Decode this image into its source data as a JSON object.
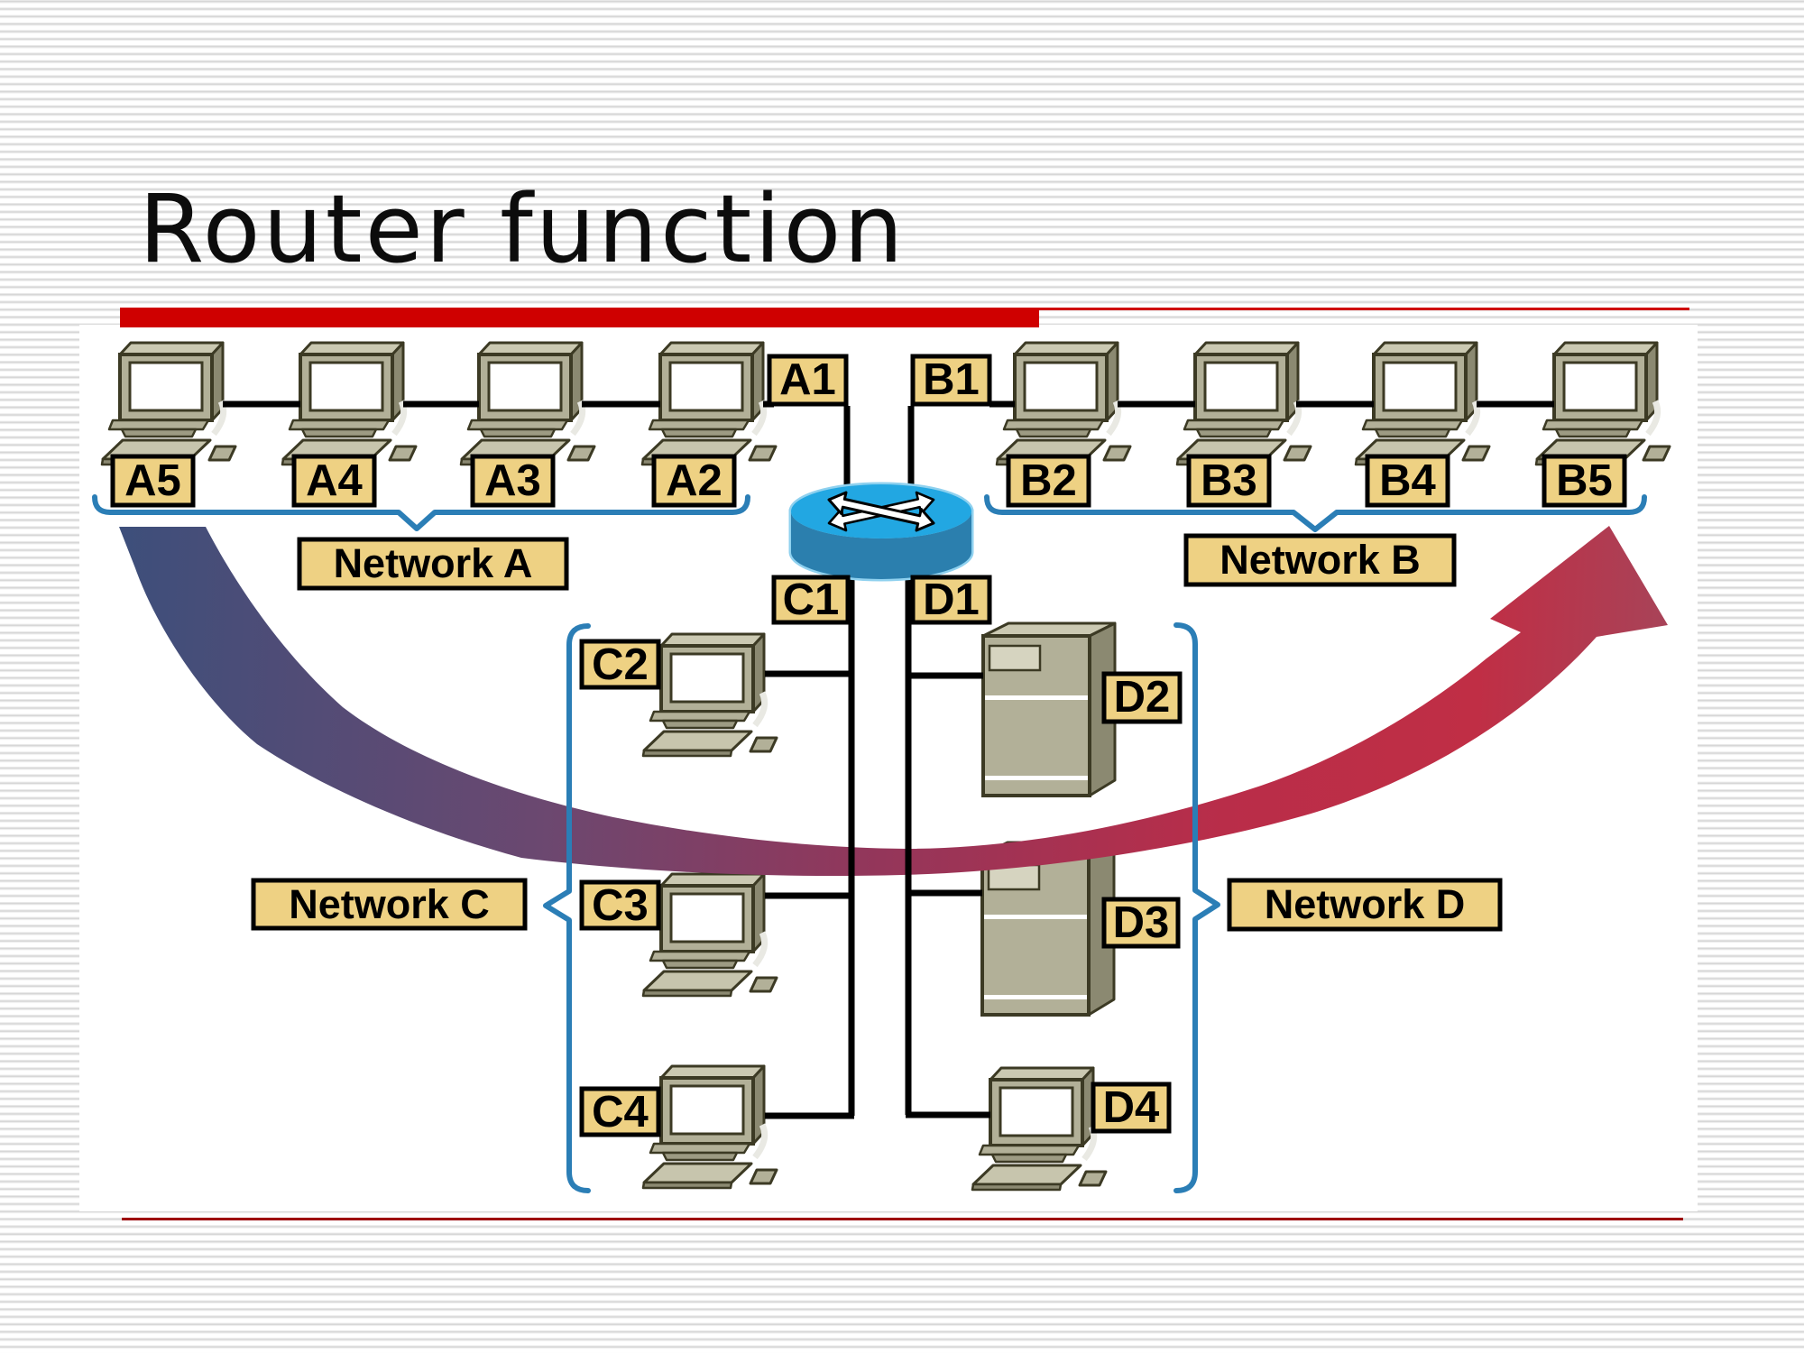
{
  "title": "Router function",
  "diagram": {
    "node_labels": {
      "a1": "A1",
      "b1": "B1",
      "c1": "C1",
      "d1": "D1",
      "a5": "A5",
      "a4": "A4",
      "a3": "A3",
      "a2": "A2",
      "b2": "B2",
      "b3": "B3",
      "b4": "B4",
      "b5": "B5",
      "c2": "C2",
      "c3": "C3",
      "c4": "C4",
      "d2": "D2",
      "d3": "D3",
      "d4": "D4"
    },
    "network_labels": {
      "a": "Network A",
      "b": "Network B",
      "c": "Network C",
      "d": "Network D"
    },
    "devices": {
      "router_count": 1,
      "workstations": [
        "A5",
        "A4",
        "A3",
        "A2",
        "B2",
        "B3",
        "B4",
        "B5",
        "C2",
        "C3",
        "C4",
        "D4"
      ],
      "servers": [
        "D2",
        "D3"
      ]
    },
    "colors": {
      "accent_red_bar": "#cf0000",
      "bottom_rule_red": "#9e0208",
      "label_fill": "#eed183",
      "label_border": "#000000",
      "brace_blue": "#2b7eb6",
      "bus_black": "#000000",
      "router_top_blue": "#22a7e2",
      "router_side_blue": "#2b7fae",
      "device_beige": "#b2b098",
      "arrow_gradient_start": "#3d4f7b",
      "arrow_gradient_end": "#a84358",
      "background_stripe": "#d7d7d7"
    }
  }
}
